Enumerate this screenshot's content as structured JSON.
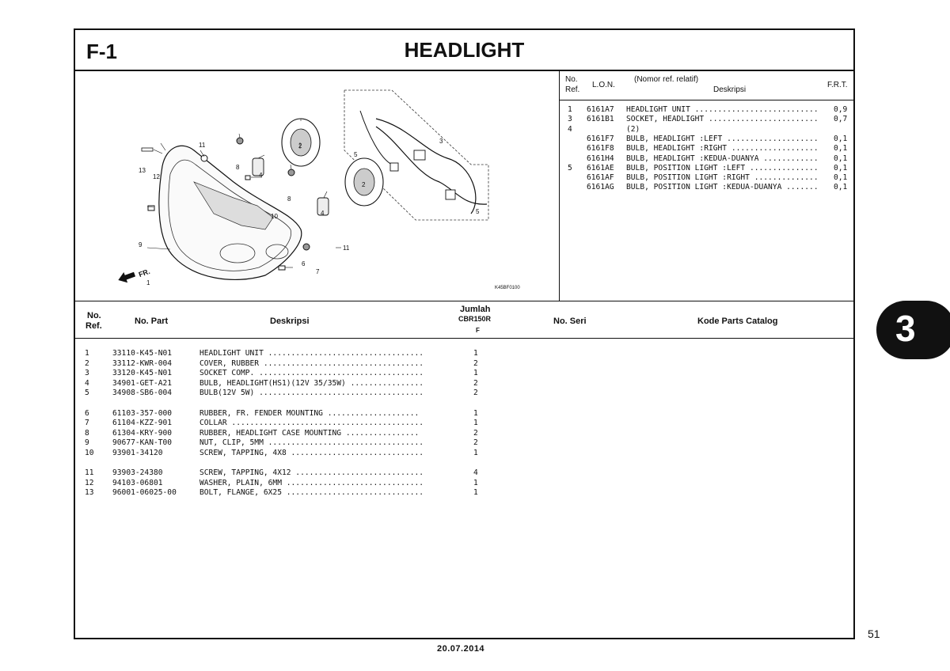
{
  "header": {
    "code": "F-1",
    "title": "HEADLIGHT"
  },
  "lon_table": {
    "headers": {
      "no_ref_line1": "No.",
      "no_ref_line2": "Ref.",
      "lon": "L.O.N.",
      "desc_line1": "(Nomor ref. relatif)",
      "desc_line2": "Deskripsi",
      "frt": "F.R.T."
    },
    "rows": [
      {
        "ref": "1",
        "lon": "6161A7",
        "desc": "HEADLIGHT UNIT ...........................",
        "frt": "0,9"
      },
      {
        "ref": "3",
        "lon": "6161B1",
        "desc": "SOCKET, HEADLIGHT ........................",
        "frt": "0,7"
      },
      {
        "ref": "4",
        "lon": "",
        "desc": "(2)",
        "frt": ""
      },
      {
        "ref": "",
        "lon": "6161F7",
        "desc": "BULB, HEADLIGHT :LEFT ....................",
        "frt": "0,1"
      },
      {
        "ref": "",
        "lon": "6161F8",
        "desc": "BULB, HEADLIGHT :RIGHT ...................",
        "frt": "0,1"
      },
      {
        "ref": "",
        "lon": "6161H4",
        "desc": "BULB, HEADLIGHT :KEDUA-DUANYA ............",
        "frt": "0,1"
      },
      {
        "ref": "5",
        "lon": "6161AE",
        "desc": "BULB, POSITION LIGHT :LEFT ...............",
        "frt": "0,1"
      },
      {
        "ref": "",
        "lon": "6161AF",
        "desc": "BULB, POSITION LIGHT :RIGHT ..............",
        "frt": "0,1"
      },
      {
        "ref": "",
        "lon": "6161AG",
        "desc": "BULB, POSITION LIGHT :KEDUA-DUANYA .......",
        "frt": "0,1"
      }
    ]
  },
  "diagram": {
    "ref_code": "K45BF0100",
    "front_label": "FR."
  },
  "parts_table": {
    "headers": {
      "no_ref_line1": "No.",
      "no_ref_line2": "Ref.",
      "no_part": "No. Part",
      "deskripsi": "Deskripsi",
      "jumlah": "Jumlah",
      "model": "CBR150R",
      "variant": "F",
      "no_seri": "No. Seri",
      "catalog": "Kode Parts Catalog"
    },
    "rows": [
      {
        "ref": "1",
        "part": "33110-K45-N01",
        "desc": "HEADLIGHT UNIT ..................................",
        "qty": "1"
      },
      {
        "ref": "2",
        "part": "33112-KWR-004",
        "desc": "COVER, RUBBER ...................................",
        "qty": "2"
      },
      {
        "ref": "3",
        "part": "33120-K45-N01",
        "desc": "SOCKET COMP. ....................................",
        "qty": "1"
      },
      {
        "ref": "4",
        "part": "34901-GET-A21",
        "desc": "BULB, HEADLIGHT(HS1)(12V 35/35W) ................",
        "qty": "2"
      },
      {
        "ref": "5",
        "part": "34908-SB6-004",
        "desc": "BULB(12V 5W) ....................................",
        "qty": "2"
      },
      {
        "ref": "6",
        "part": "61103-357-000",
        "desc": "RUBBER, FR. FENDER MOUNTING ....................",
        "qty": "1"
      },
      {
        "ref": "7",
        "part": "61104-KZZ-901",
        "desc": "COLLAR ..........................................",
        "qty": "1"
      },
      {
        "ref": "8",
        "part": "61304-KRY-900",
        "desc": "RUBBER, HEADLIGHT CASE MOUNTING ................",
        "qty": "2"
      },
      {
        "ref": "9",
        "part": "90677-KAN-T00",
        "desc": "NUT, CLIP, 5MM ..................................",
        "qty": "2"
      },
      {
        "ref": "10",
        "part": "93901-34120",
        "desc": "SCREW, TAPPING, 4X8 .............................",
        "qty": "1"
      },
      {
        "ref": "11",
        "part": "93903-24380",
        "desc": "SCREW, TAPPING, 4X12 ............................",
        "qty": "4"
      },
      {
        "ref": "12",
        "part": "94103-06801",
        "desc": "WASHER, PLAIN, 6MM ..............................",
        "qty": "1"
      },
      {
        "ref": "13",
        "part": "96001-06025-00",
        "desc": "BOLT, FLANGE, 6X25 ..............................",
        "qty": "1"
      }
    ]
  },
  "side_tab": "3",
  "page_number": "51",
  "date": "20.07.2014"
}
